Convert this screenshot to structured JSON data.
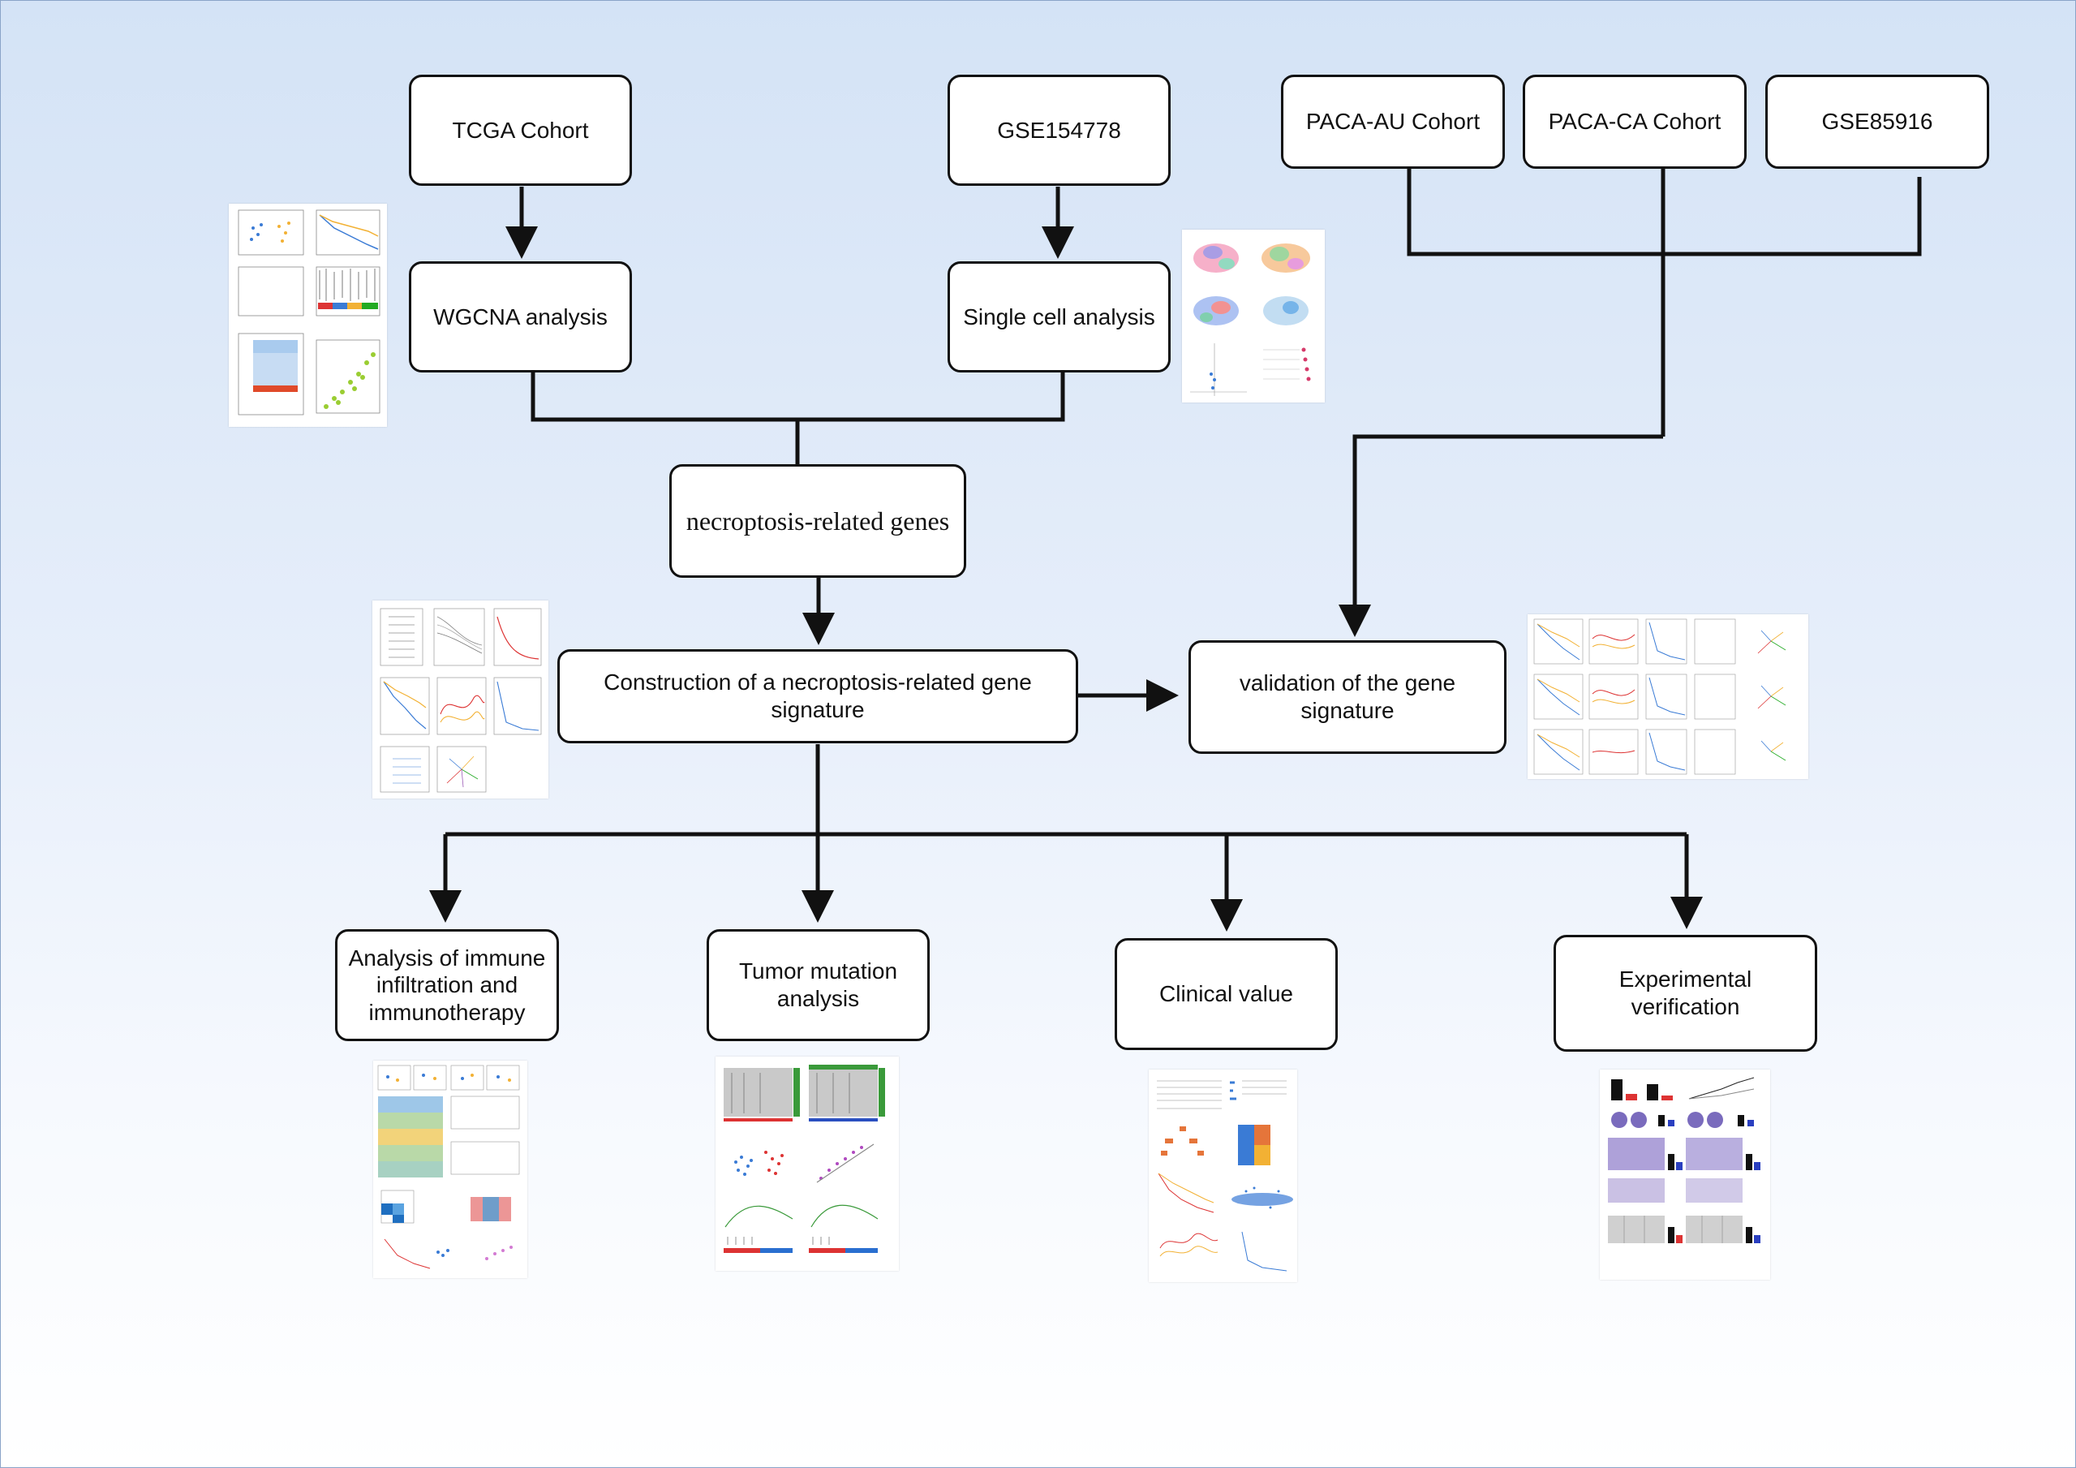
{
  "nodes": {
    "tcga": "TCGA Cohort",
    "gse154778": "GSE154778",
    "paca_au": "PACA-AU Cohort",
    "paca_ca": "PACA-CA Cohort",
    "gse85916": "GSE85916",
    "wgcna": "WGCNA analysis",
    "single_cell": "Single cell analysis",
    "necroptosis_genes": "necroptosis-related genes",
    "construction": "Construction of a necroptosis-related gene signature",
    "validation": "validation of the gene signature",
    "immune": "Analysis of immune infiltration and immunotherapy",
    "mutation": "Tumor mutation analysis",
    "clinical": "Clinical value",
    "experimental": "Experimental verification"
  },
  "colors": {
    "box_border": "#111111",
    "connector": "#111111",
    "background_top": "#d4e3f6",
    "background_bottom": "#ffffff"
  }
}
